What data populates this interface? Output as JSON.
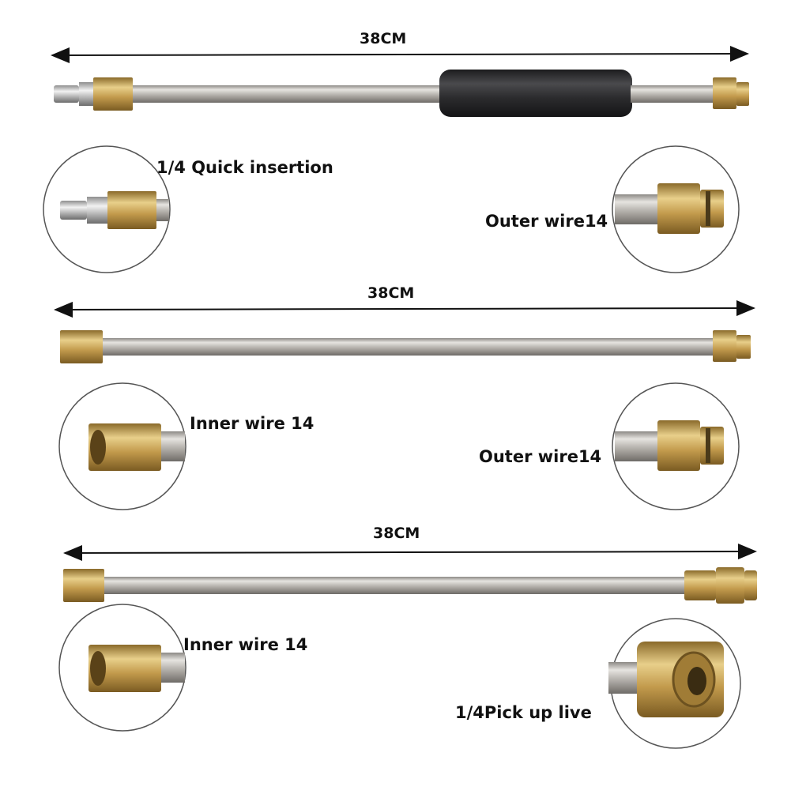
{
  "product": {
    "rods": [
      {
        "length_label": "38CM",
        "left_detail": "1/4 Quick insertion",
        "right_detail": "Outer wire14"
      },
      {
        "length_label": "38CM",
        "left_detail": "Inner wire 14",
        "right_detail": "Outer wire14"
      },
      {
        "length_label": "38CM",
        "left_detail": "Inner wire 14",
        "right_detail": "1/4Pick up live"
      }
    ]
  },
  "colors": {
    "background": "#ffffff",
    "steel": "#b9b6b1",
    "brass": "#c8a55a",
    "grip": "#2b2b2d",
    "text": "#111111"
  }
}
